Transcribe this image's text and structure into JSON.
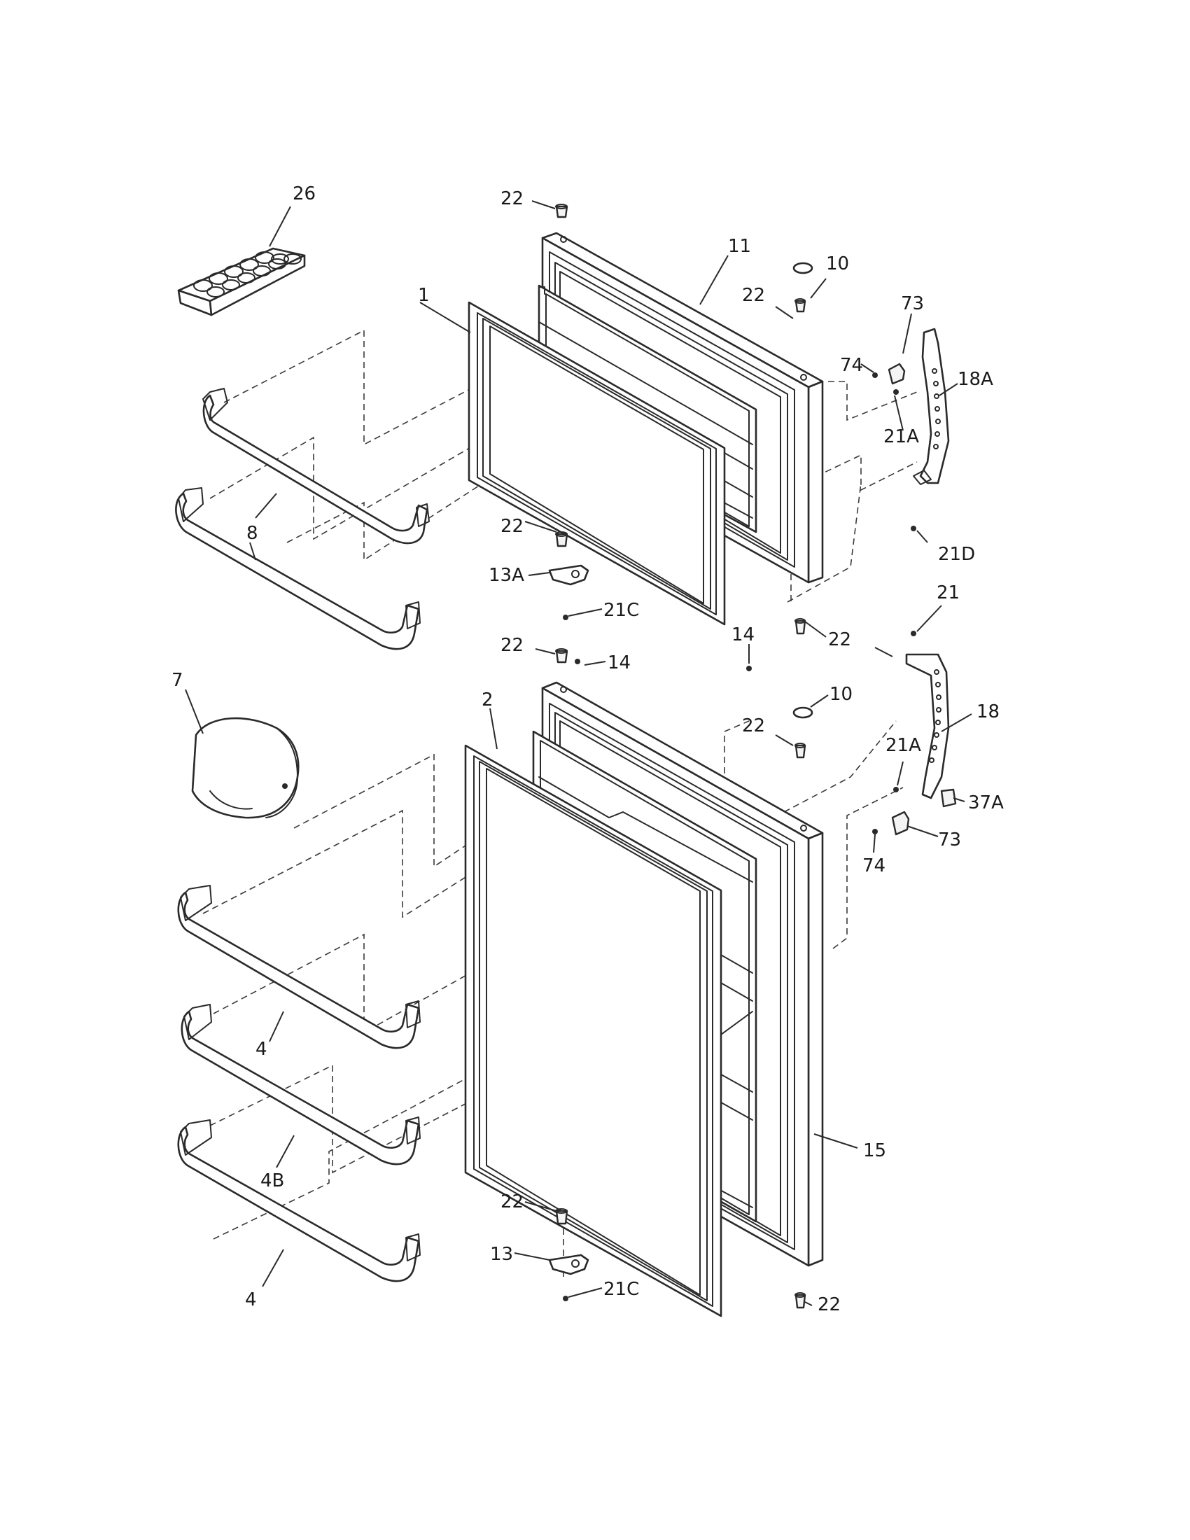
{
  "labels": {
    "l26": "26",
    "l22": "22",
    "l11": "11",
    "l10": "10",
    "l1": "1",
    "l73": "73",
    "l74": "74",
    "l18A": "18A",
    "l21A": "21A",
    "l8": "8",
    "l13A": "13A",
    "l21C": "21C",
    "l21D": "21D",
    "l21": "21",
    "l14": "14",
    "l7": "7",
    "l2": "2",
    "l18": "18",
    "l37A": "37A",
    "l4": "4",
    "l4B": "4B",
    "l15": "15",
    "l13": "13"
  },
  "icons": [
    "egg-tray-icon",
    "door-bin-icon",
    "door-gasket-icon",
    "door-panel-icon",
    "hinge-icon",
    "screw-icon",
    "cap-plug-icon",
    "butter-dish-icon"
  ]
}
